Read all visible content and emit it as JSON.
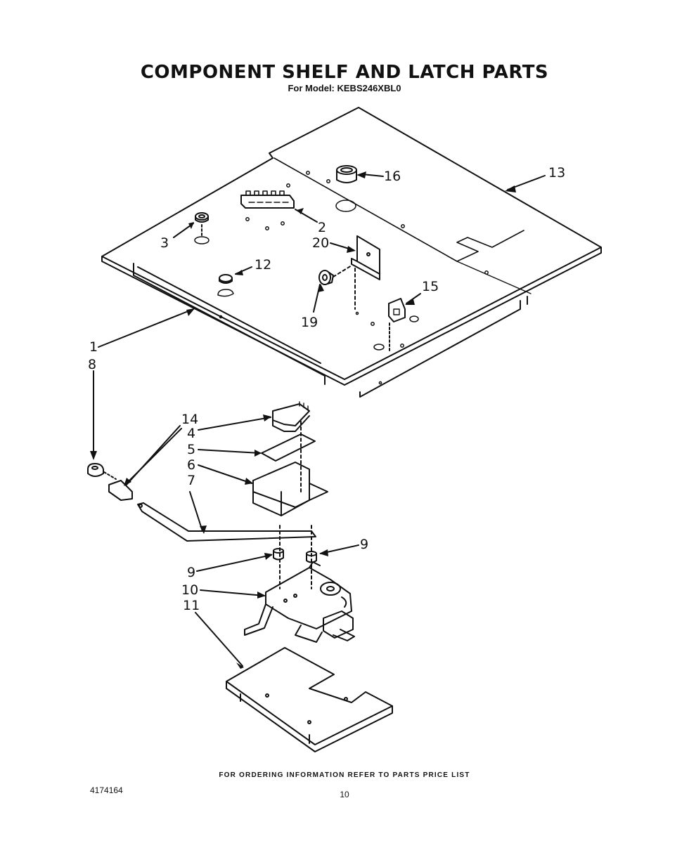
{
  "header": {
    "title": "COMPONENT SHELF AND LATCH PARTS",
    "subtitle": "For Model: KEBS246XBL0"
  },
  "callouts": {
    "c1": "1",
    "c2": "2",
    "c3": "3",
    "c4": "4",
    "c5": "5",
    "c6": "6",
    "c7": "7",
    "c8": "8",
    "c9a": "9",
    "c9b": "9",
    "c10": "10",
    "c11": "11",
    "c12": "12",
    "c13": "13",
    "c14": "14",
    "c15": "15",
    "c16": "16",
    "c19": "19",
    "c20": "20"
  },
  "footer": {
    "note": "FOR ORDERING INFORMATION REFER TO PARTS PRICE LIST",
    "doc_number": "4174164",
    "page_number": "10"
  }
}
